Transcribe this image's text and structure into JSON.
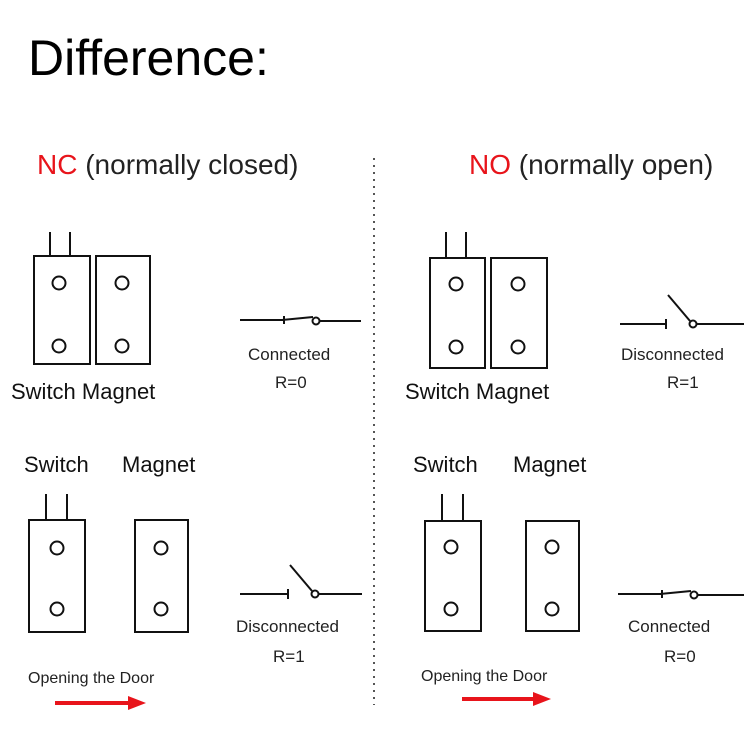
{
  "title": "Difference:",
  "nc": {
    "code": "NC",
    "desc": "(normally closed)",
    "combined_label": "Switch Magnet",
    "closed_state": "Connected",
    "closed_r": "R=0",
    "switch_label": "Switch",
    "magnet_label": "Magnet",
    "open_state": "Disconnected",
    "open_r": "R=1",
    "action": "Opening the Door"
  },
  "no": {
    "code": "NO",
    "desc": "(normally open)",
    "combined_label": "Switch Magnet",
    "closed_state": "Disconnected",
    "closed_r": "R=1",
    "switch_label": "Switch",
    "magnet_label": "Magnet",
    "open_state": "Connected",
    "open_r": "R=0",
    "action": "Opening the Door"
  },
  "colors": {
    "accent": "#e8141b",
    "line": "#111111",
    "divider": "#555555"
  }
}
